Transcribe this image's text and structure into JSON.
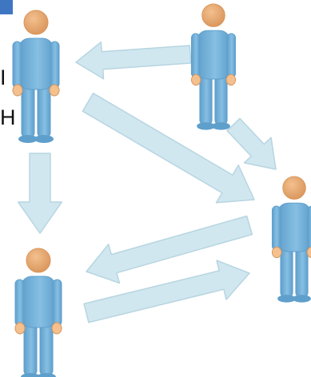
{
  "diagram": {
    "palette": {
      "arrow_fill": "#cfe6ef",
      "arrow_stroke": "#b3d3e0",
      "body": "#86bfe3",
      "body_shade": "#5f9fcc",
      "skin": "#f3c08e",
      "skin_shade": "#d9955b",
      "corner_tab": "#3f76c2"
    },
    "edge_text": [
      "I",
      "H"
    ],
    "people": [
      {
        "id": "top-left"
      },
      {
        "id": "top-right"
      },
      {
        "id": "bottom-left"
      },
      {
        "id": "right"
      }
    ],
    "arrows": [
      {
        "from": "top-right",
        "to": "top-left"
      },
      {
        "from": "top-left",
        "to": "right"
      },
      {
        "from": "top-right",
        "to": "right"
      },
      {
        "from": "top-left",
        "to": "bottom-left"
      },
      {
        "from": "right",
        "to": "bottom-left"
      },
      {
        "from": "bottom-left",
        "to": "right"
      }
    ]
  }
}
